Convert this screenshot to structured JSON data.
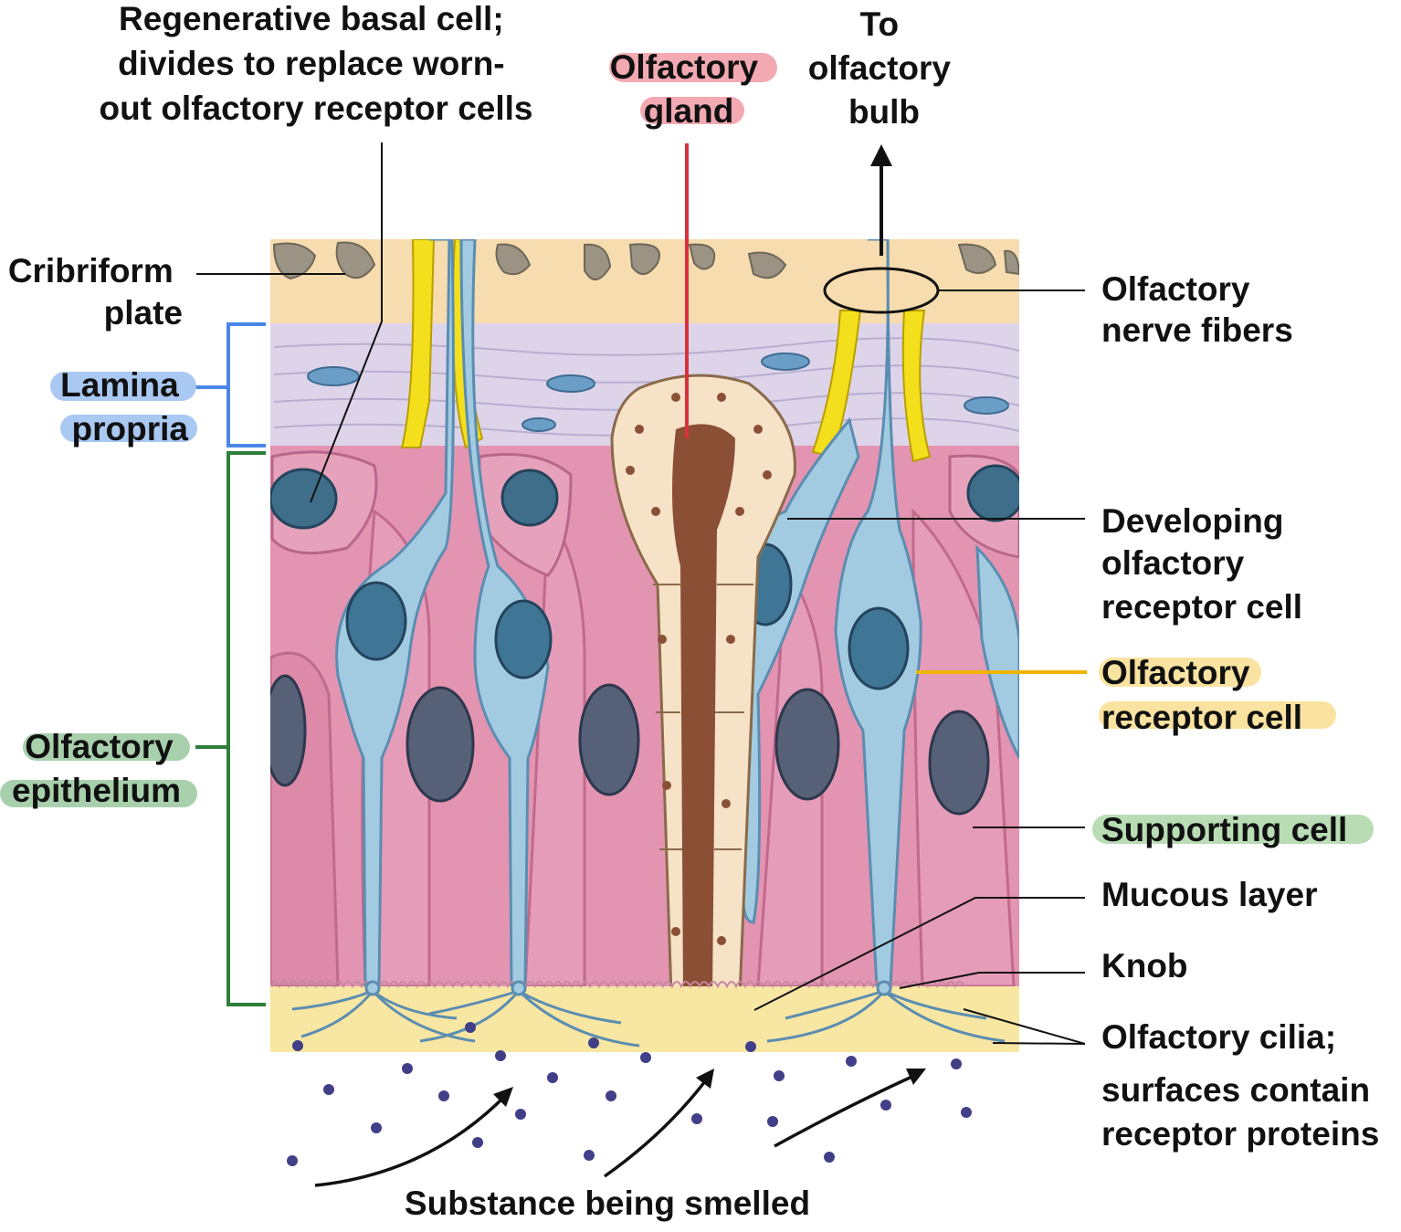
{
  "labels": {
    "basal_cell": [
      "Regenerative basal cell;",
      "divides to replace worn-",
      "out olfactory receptor cells"
    ],
    "olfactory_gland": [
      "Olfactory",
      "gland"
    ],
    "to_bulb": [
      "To",
      "olfactory",
      "bulb"
    ],
    "cribriform": [
      "Cribriform",
      "plate"
    ],
    "lamina_propria": [
      "Lamina",
      "propria"
    ],
    "olfactory_epithelium": [
      "Olfactory",
      "epithelium"
    ],
    "nerve_fibers": [
      "Olfactory",
      "nerve fibers"
    ],
    "developing_cell": [
      "Developing",
      "olfactory",
      "receptor cell"
    ],
    "receptor_cell": [
      "Olfactory",
      "receptor cell"
    ],
    "supporting_cell": "Supporting cell",
    "mucous_layer": "Mucous layer",
    "knob": "Knob",
    "cilia": [
      "Olfactory cilia;",
      "surfaces contain",
      "receptor proteins"
    ],
    "substance": "Substance being smelled"
  },
  "colors": {
    "gland_highlight": "#f2a9b2",
    "lamina_highlight": "#a9c8f2",
    "epithelium_highlight": "#a8d0ac",
    "receptor_highlight": "#fae3a0",
    "supporting_highlight": "#b9dcb5",
    "lamina_bracket": "#4a86e8",
    "epithelium_bracket": "#2e7d3a",
    "gland_line": "#d9303c",
    "receptor_line": "#f0b400",
    "bone": "#f6dcae",
    "lamina": "#ddd4ea",
    "epithelium": "#e394b1",
    "mucus": "#f8e6a3",
    "receptor_cell": "#9fc8e0",
    "nucleus": "#4d5f7a",
    "nerve": "#f4df1c",
    "duct": "#8a4f35",
    "odorant": "#413f87"
  },
  "icons": [
    "arrow-up-icon",
    "curved-arrow-icon",
    "odorant-dot-icon",
    "bracket-icon"
  ]
}
